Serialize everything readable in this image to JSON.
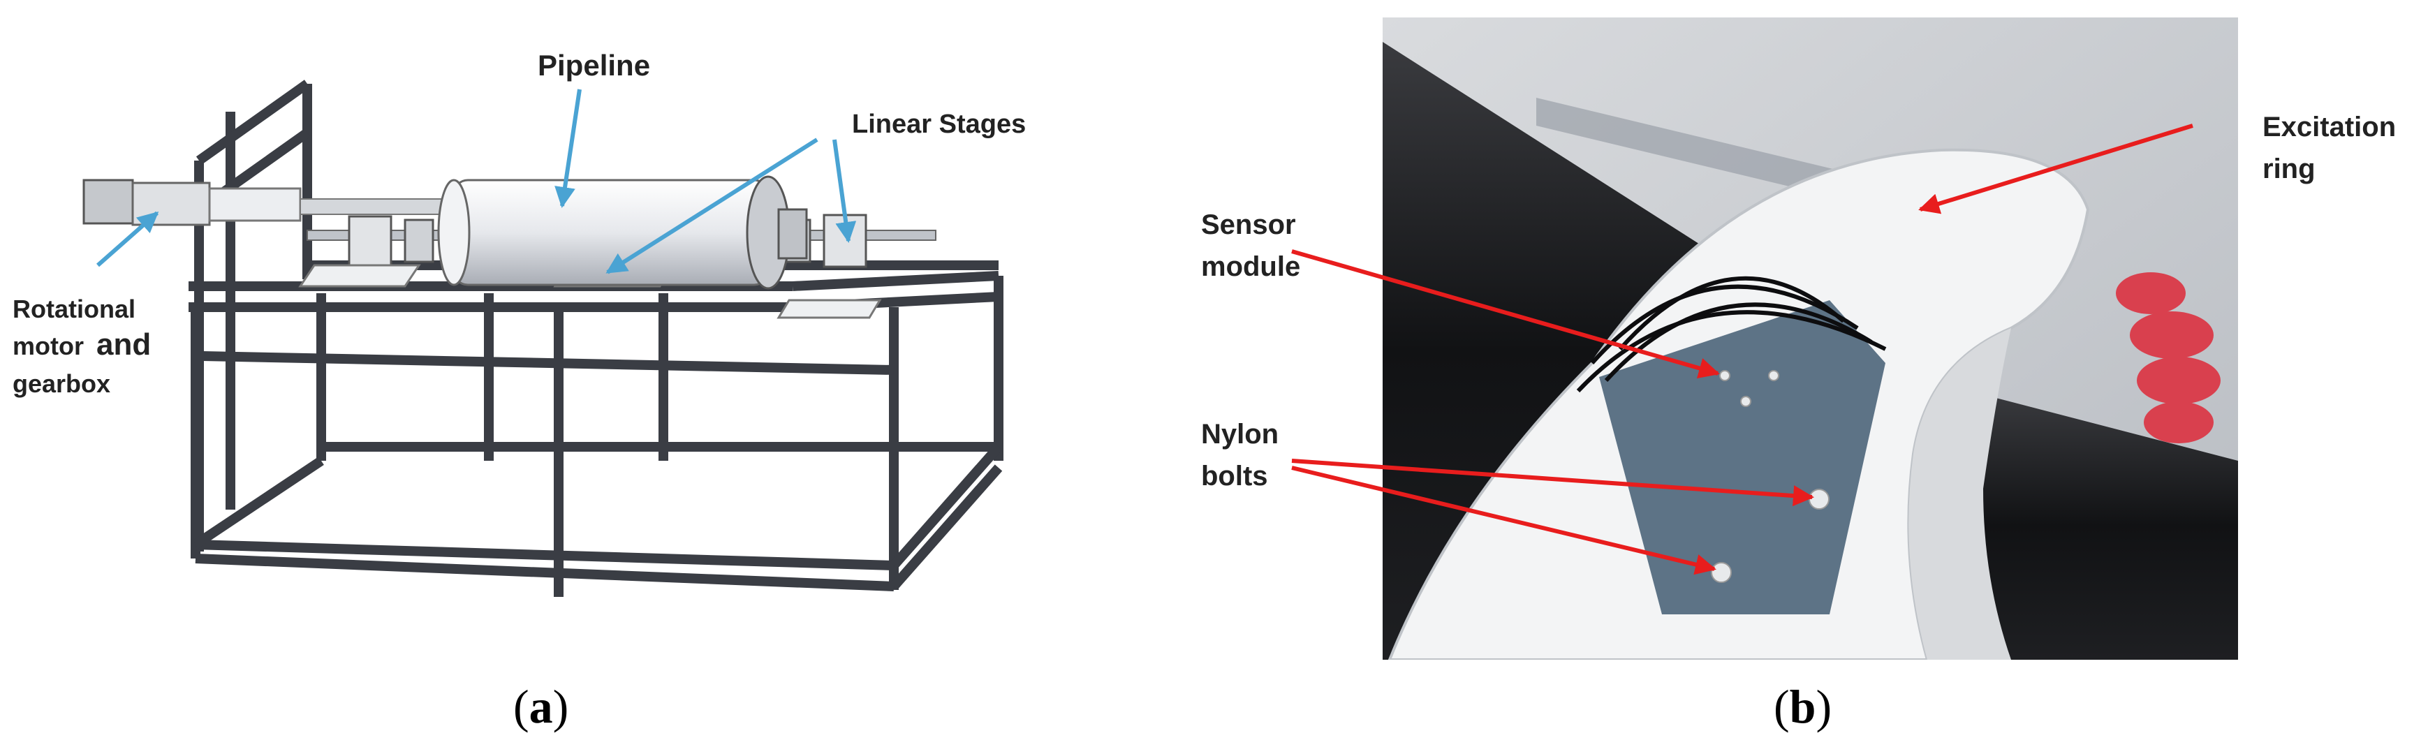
{
  "panel_a": {
    "labels": {
      "pipeline": "Pipeline",
      "linear_stages": "Linear Stages",
      "motor_line1": "Rotational",
      "motor_line2_a": "motor",
      "motor_line2_b": "and",
      "motor_line3": "gearbox"
    },
    "caption": {
      "open": "(",
      "letter": "a",
      "close": ")"
    }
  },
  "panel_b": {
    "labels": {
      "excitation_line1": "Excitation",
      "excitation_line2": "ring",
      "sensor_line1": "Sensor",
      "sensor_line2": "module",
      "nylon_line1": "Nylon",
      "nylon_line2": "bolts"
    },
    "caption": {
      "open": "(",
      "letter": "b",
      "close": ")"
    }
  },
  "colors": {
    "callout_a": "#4aa3d3",
    "callout_b": "#e81d1d",
    "frame": "#3a3d44",
    "photo_bg": "#cfd2d6"
  }
}
